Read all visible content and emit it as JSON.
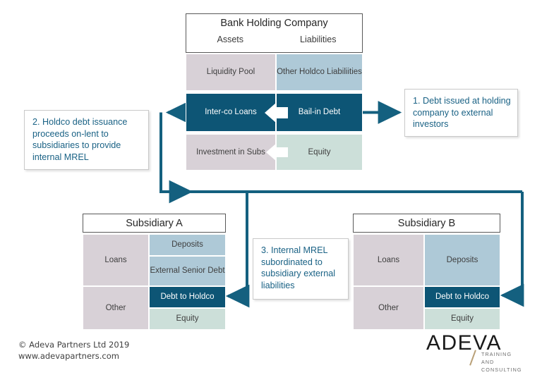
{
  "holdco": {
    "title": "Bank Holding Company",
    "col_assets": "Assets",
    "col_liabilities": "Liabilities",
    "rows": [
      {
        "asset": "Liquidity Pool",
        "liability": "Other Holdco Liabiliities"
      },
      {
        "asset": "Inter-co Loans",
        "liability": "Bail-in Debt"
      },
      {
        "asset": "Investment in Subs",
        "liability": "Equity"
      }
    ]
  },
  "subsidiary_a": {
    "title": "Subsidiary A",
    "assets": [
      "Loans",
      "Other"
    ],
    "liabilities": [
      "Deposits",
      "External Senior Debt",
      "Debt to Holdco",
      "Equity"
    ]
  },
  "subsidiary_b": {
    "title": "Subsidiary B",
    "assets": [
      "Loans",
      "Other"
    ],
    "liabilities": [
      "Deposits",
      "Debt to Holdco",
      "Equity"
    ]
  },
  "callouts": {
    "one": "1. Debt issued at holding company to external investors",
    "two": "2. Holdco debt issuance proceeds on-lent to subsidiaries to provide internal MREL",
    "three": "3. Internal MREL subordinated to subsidiary external liabilities"
  },
  "footer": {
    "copyright": "© Adeva Partners Ltd 2019",
    "website": "www.adevapartners.com"
  },
  "logo": {
    "word": "ADEVA",
    "line1": "TRAINING AND",
    "line2": "CONSULTING"
  },
  "colors": {
    "dark_teal": "#0d5575",
    "asset_grey": "#d8d1d7",
    "liability_blue": "#aec9d7",
    "equity_green": "#ccdfd9",
    "callout_text": "#1a6285",
    "logo_accent": "#b9a077"
  }
}
